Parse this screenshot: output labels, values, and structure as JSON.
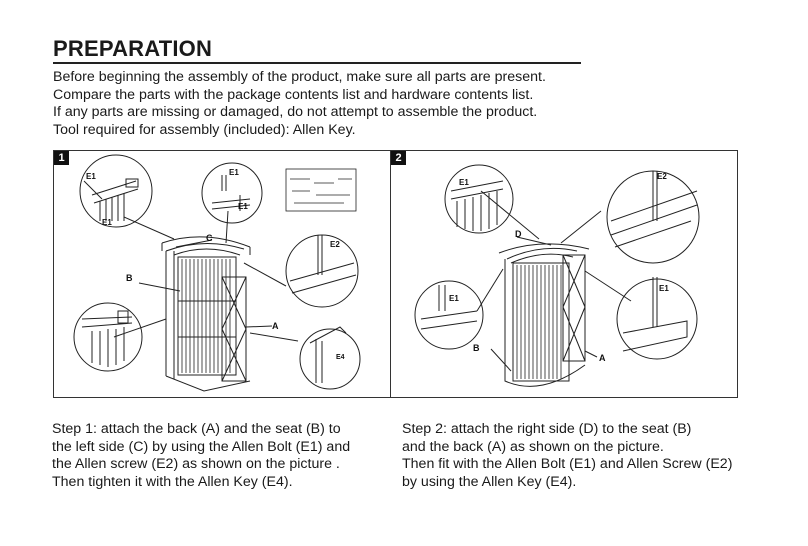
{
  "title": "PREPARATION",
  "intro": [
    "Before beginning the assembly of the product, make sure all parts are present.",
    "Compare the parts with the package contents list and hardware contents list.",
    "If any parts are missing or damaged, do not attempt to assemble the product.",
    "Tool required for assembly (included): Allen Key."
  ],
  "panel1": {
    "number": "1",
    "labels": {
      "e1_a": "E1",
      "e1_b": "E1",
      "e1_c": "E1",
      "e1_d": "E1",
      "e2": "E2",
      "e4": "E4",
      "a": "A",
      "b": "B",
      "c": "C"
    }
  },
  "panel2": {
    "number": "2",
    "labels": {
      "e1_a": "E1",
      "e1_b": "E1",
      "e1_c": "E1",
      "e2": "E2",
      "a": "A",
      "b": "B",
      "d": "D"
    }
  },
  "step1": [
    "Step 1: attach the back (A) and the seat (B) to",
    "the left side (C) by using the Allen Bolt (E1) and",
    "the Allen screw (E2) as shown on the picture .",
    "Then tighten it with the Allen Key (E4)."
  ],
  "step2": [
    "Step 2:  attach the right side (D) to the seat (B)",
    "and the back (A) as shown on the picture.",
    "Then fit with the Allen Bolt (E1) and Allen Screw (E2)",
    "by using the Allen Key (E4)."
  ]
}
